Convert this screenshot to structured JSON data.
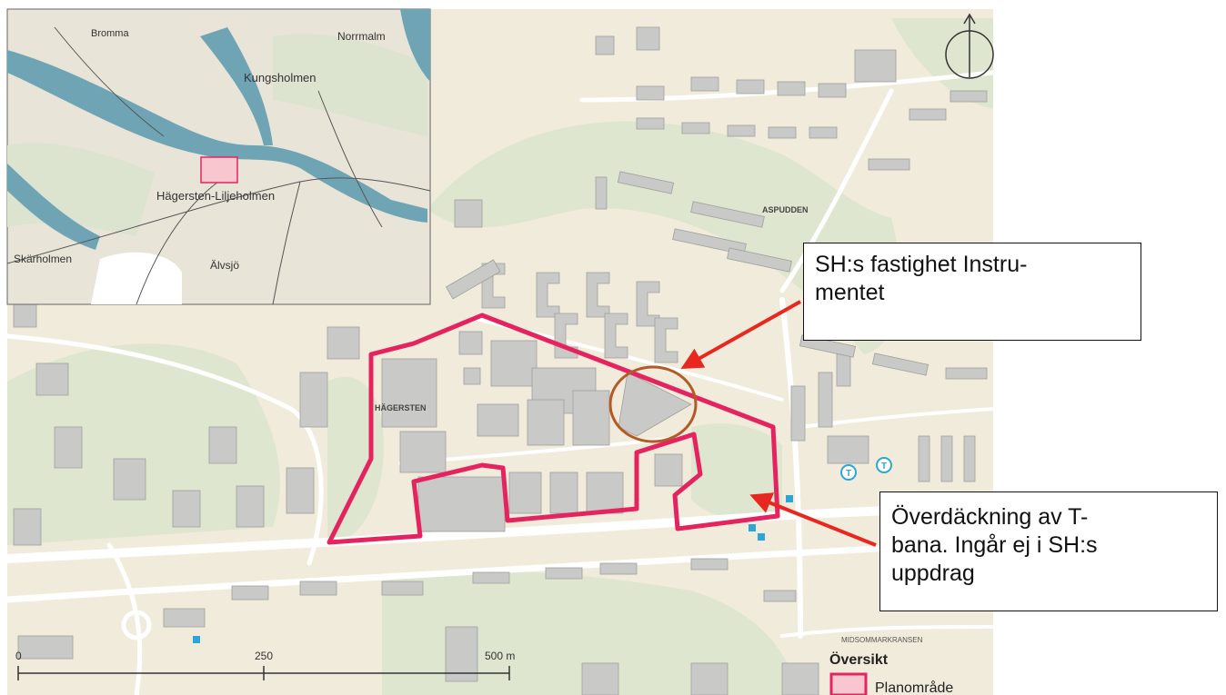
{
  "map": {
    "colors": {
      "land": "#f1ebdb",
      "green": "#dfe6cf",
      "water": "#6fa4b4",
      "building": "#c9c9c7",
      "road": "#ffffff",
      "plan_boundary": "#e5245f",
      "arrow": "#e8271f",
      "circle": "#b35b27"
    },
    "district_labels": {
      "aspudden": "ASPUDDEN",
      "hagersten": "HÄGERSTEN",
      "midsommarkransen": "MIDSOMMARKRANSEN"
    },
    "metro_symbol": "T",
    "north_arrow_icon": "north-arrow-icon"
  },
  "inset": {
    "labels": {
      "bromma": "Bromma",
      "norrmalm": "Norrmalm",
      "kungsholmen": "Kungsholmen",
      "hagersten_liljeholmen": "Hägersten-Liljeholmen",
      "skarholmen": "Skärholmen",
      "alvsjo": "Älvsjö"
    }
  },
  "scale_bar": {
    "tick_0": "0",
    "tick_250": "250",
    "tick_500": "500 m"
  },
  "legend": {
    "title": "Översikt",
    "plan_area_label": "Planområde"
  },
  "callouts": {
    "callout_1_line1": "SH:s fastighet Instru-",
    "callout_1_line2": "mentet",
    "callout_2_line1": "Överdäckning av T-",
    "callout_2_line2": "bana. Ingår ej i SH:s",
    "callout_2_line3": "uppdrag"
  }
}
